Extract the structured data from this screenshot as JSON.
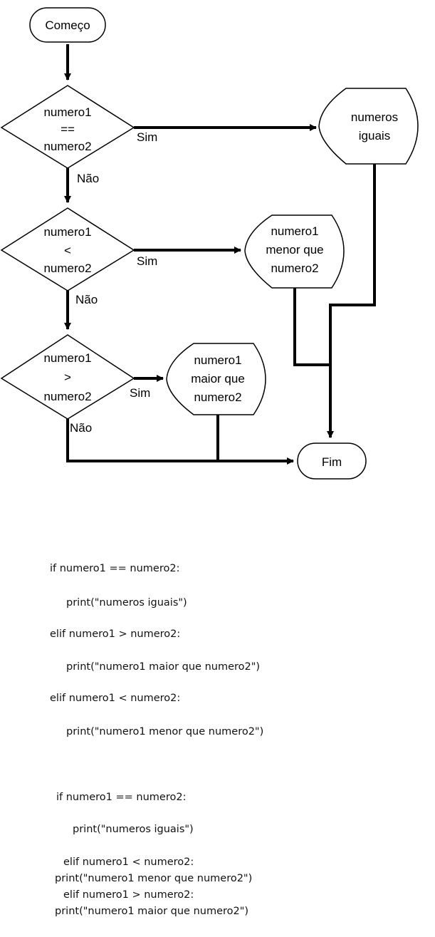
{
  "flowchart": {
    "start": "Começo",
    "end": "Fim",
    "decisions": [
      {
        "line1": "numero1",
        "op": "==",
        "line2": "numero2"
      },
      {
        "line1": "numero1",
        "op": "<",
        "line2": "numero2"
      },
      {
        "line1": "numero1",
        "op": ">",
        "line2": "numero2"
      }
    ],
    "outcomes": [
      {
        "lines": [
          "numeros",
          "iguais"
        ]
      },
      {
        "lines": [
          "numero1",
          "menor que",
          "numero2"
        ]
      },
      {
        "lines": [
          "numero1",
          "maior que",
          "numero2"
        ]
      }
    ],
    "edge_labels": {
      "yes": "Sim",
      "no": "Não"
    }
  },
  "code_block_1": [
    "if numero1 == numero2:",
    "print(\"numeros iguais\")",
    "elif numero1 > numero2:",
    "print(\"numero1 maior que numero2\")",
    "elif numero1 < numero2:",
    "print(\"numero1 menor que numero2\")"
  ],
  "code_block_2": [
    "if numero1 == numero2:",
    "print(\"numeros iguais\")",
    "elif numero1 < numero2:",
    "print(\"numero1 menor que numero2\")",
    "elif numero1 > numero2:",
    "print(\"numero1 maior que numero2\")"
  ]
}
